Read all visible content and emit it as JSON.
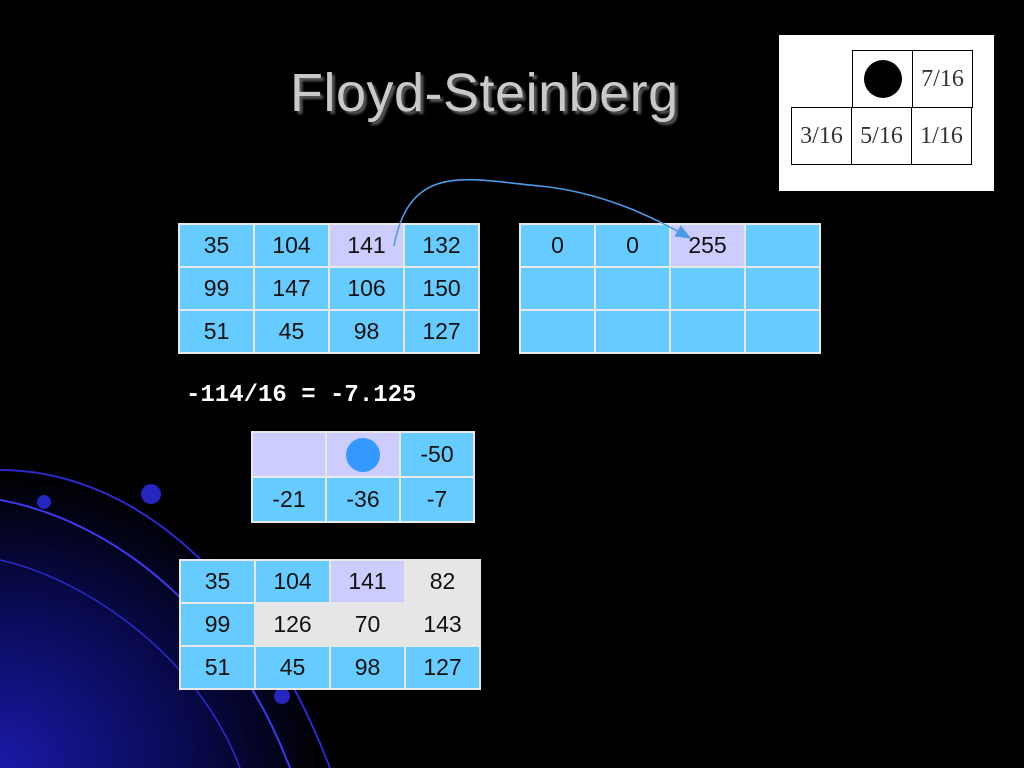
{
  "title": "Floyd-Steinberg",
  "kernel": {
    "top": [
      "",
      "",
      "7/16"
    ],
    "bottom": [
      "3/16",
      "5/16",
      "1/16"
    ]
  },
  "grid_original": [
    [
      "35",
      "104",
      "141",
      "132"
    ],
    [
      "99",
      "147",
      "106",
      "150"
    ],
    [
      "51",
      "45",
      "98",
      "127"
    ]
  ],
  "grid_output": [
    [
      "0",
      "0",
      "255",
      ""
    ],
    [
      "",
      "",
      "",
      ""
    ],
    [
      "",
      "",
      "",
      ""
    ]
  ],
  "formula": "-114/16 = -7.125",
  "error_grid": [
    [
      "",
      "",
      "-50"
    ],
    [
      "-21",
      "-36",
      "-7"
    ]
  ],
  "grid_updated": [
    [
      "35",
      "104",
      "141",
      "82"
    ],
    [
      "99",
      "126",
      "70",
      "143"
    ],
    [
      "51",
      "45",
      "98",
      "127"
    ]
  ],
  "colors": {
    "cell_blue": "#66ccff",
    "cell_highlight": "#ccccff",
    "cell_gray": "#e6e6e6",
    "arrow": "#4d9be6",
    "current_pixel": "#3399ff"
  }
}
